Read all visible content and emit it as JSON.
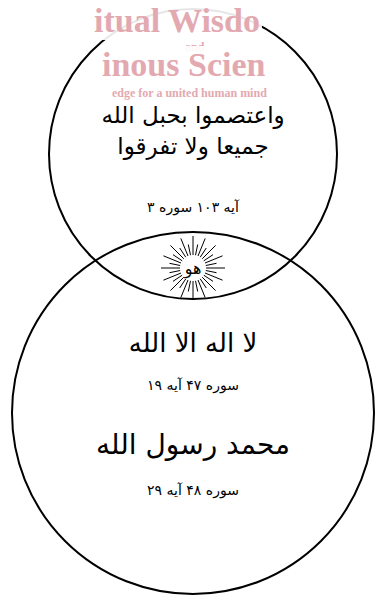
{
  "diagram": {
    "nodes": [
      {
        "text": [
          "واعتصموا بحبل الله جميعا ولا تفرقوا",
          "آیه ۱۰۳ سوره ۳"
        ]
      },
      {
        "text": [
          "لا اله الا الله",
          "سوره ۴۷ آیه ۱۹",
          "محمد رسول الله",
          "سوره ۴۸ آیه ۲۹"
        ]
      }
    ],
    "labels": [
      "itual Wisdo",
      "and",
      "inous Scien",
      "edge for a united human mind",
      "هو"
    ]
  }
}
